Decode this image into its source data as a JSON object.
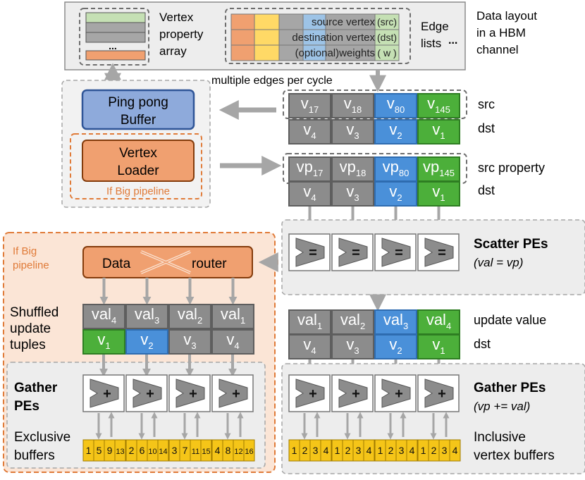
{
  "top": {
    "vertex_array_label": [
      "Vertex",
      "property",
      "array"
    ],
    "vertex_array_dots": "...",
    "edge_rows": [
      "source vertex",
      "destination vertex",
      "(optional)weights"
    ],
    "edge_tags": [
      "(src)",
      "(dst)",
      "( w )"
    ],
    "edge_lists_label": [
      "Edge",
      "lists"
    ],
    "edge_lists_dots": "...",
    "data_layout_label": [
      "Data layout",
      "in a HBM",
      "channel"
    ],
    "multiple_edges": "multiple  edges per cycle"
  },
  "left": {
    "ping_pong": [
      "Ping pong",
      "Buffer"
    ],
    "vertex_loader": [
      "Vertex",
      "Loader"
    ],
    "if_big": "If Big pipeline"
  },
  "edges": {
    "src": [
      {
        "base": "v",
        "sub": "17"
      },
      {
        "base": "v",
        "sub": "18"
      },
      {
        "base": "v",
        "sub": "80"
      },
      {
        "base": "v",
        "sub": "145"
      }
    ],
    "dst": [
      {
        "base": "v",
        "sub": "4"
      },
      {
        "base": "v",
        "sub": "3"
      },
      {
        "base": "v",
        "sub": "2"
      },
      {
        "base": "v",
        "sub": "1"
      }
    ],
    "vp": [
      {
        "base": "vp",
        "sub": "17"
      },
      {
        "base": "vp",
        "sub": "18"
      },
      {
        "base": "vp",
        "sub": "80"
      },
      {
        "base": "vp",
        "sub": "145"
      }
    ],
    "labels": {
      "src": "src",
      "dst": "dst",
      "src_property": "src property",
      "dst2": "dst"
    }
  },
  "scatter": {
    "title": "Scatter PEs",
    "formula": "(val = vp)",
    "op": "="
  },
  "update": {
    "vals": [
      {
        "base": "val",
        "sub": "1"
      },
      {
        "base": "val",
        "sub": "2"
      },
      {
        "base": "val",
        "sub": "3"
      },
      {
        "base": "val",
        "sub": "4"
      }
    ],
    "dst": [
      {
        "base": "v",
        "sub": "4"
      },
      {
        "base": "v",
        "sub": "3"
      },
      {
        "base": "v",
        "sub": "2"
      },
      {
        "base": "v",
        "sub": "1"
      }
    ],
    "labels": {
      "update_value": "update value",
      "dst": "dst"
    }
  },
  "gather_right": {
    "title": "Gather PEs",
    "formula": "(vp += val)",
    "op": "+",
    "buffer_label": [
      "Inclusive",
      "vertex buffers"
    ],
    "buffers": [
      [
        "1",
        "2",
        "3",
        "4"
      ],
      [
        "1",
        "2",
        "3",
        "4"
      ],
      [
        "1",
        "2",
        "3",
        "4"
      ],
      [
        "1",
        "2",
        "3",
        "4"
      ]
    ]
  },
  "big": {
    "if_big": [
      "If Big",
      "pipeline"
    ],
    "router_left": "Data",
    "router_right": "router",
    "shuffled_label": [
      "Shuffled",
      "update",
      "tuples"
    ],
    "vals": [
      {
        "base": "val",
        "sub": "4"
      },
      {
        "base": "val",
        "sub": "3"
      },
      {
        "base": "val",
        "sub": "2"
      },
      {
        "base": "val",
        "sub": "1"
      }
    ],
    "dst": [
      {
        "base": "v",
        "sub": "1"
      },
      {
        "base": "v",
        "sub": "2"
      },
      {
        "base": "v",
        "sub": "3"
      },
      {
        "base": "v",
        "sub": "4"
      }
    ],
    "gather_label": [
      "Gather",
      "PEs"
    ],
    "op": "+",
    "buffer_label": [
      "Exclusive",
      "buffers"
    ],
    "buffers": [
      [
        "1",
        "5",
        "9",
        "13"
      ],
      [
        "2",
        "6",
        "10",
        "14"
      ],
      [
        "3",
        "7",
        "11",
        "15"
      ],
      [
        "4",
        "8",
        "12",
        "16"
      ]
    ]
  },
  "colors": {
    "gray": "#8c8c8c",
    "blue": "#4a90d9",
    "green": "#4caf3a",
    "orange": "#f0a070",
    "orange_dark": "#e07b39",
    "yellow": "#f5c518",
    "ping_pong": "#8eaadb",
    "light_green": "#c5e0b4"
  }
}
